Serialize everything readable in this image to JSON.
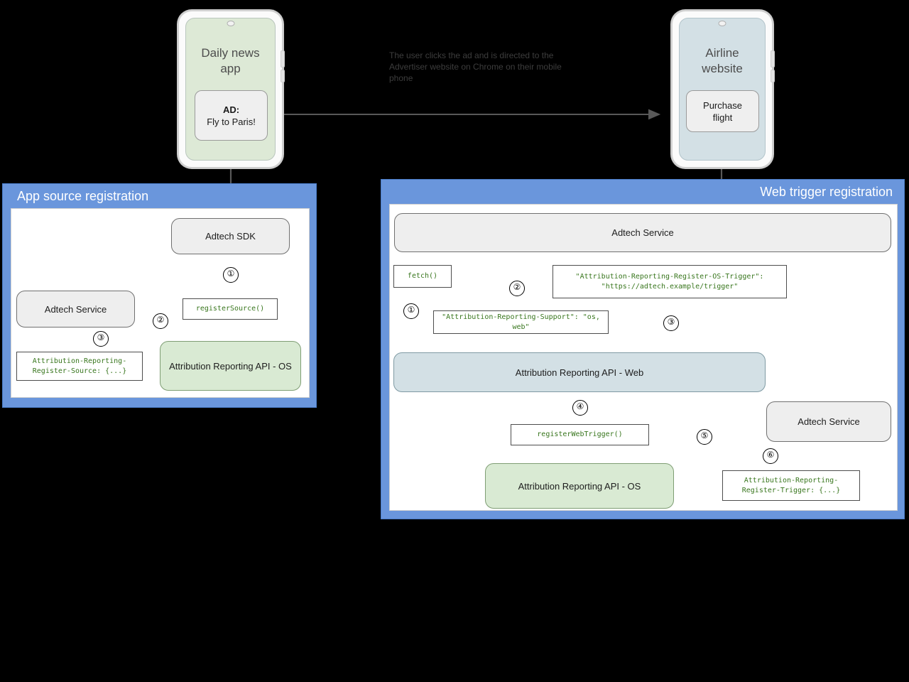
{
  "diagram": {
    "caption": "The user clicks the ad and is directed to the Advertiser website on Chrome on their mobile phone",
    "colors": {
      "panel_blue": "#6a96dc",
      "node_grey": "#eeeeee",
      "node_green": "#d9ead3",
      "node_blue": "#d3e0e5",
      "code_green": "#38761d",
      "arrow_grey": "#666666"
    }
  },
  "phones": {
    "left": {
      "title": "Daily news\napp",
      "title_line1": "Daily news",
      "title_line2": "app",
      "card_line1": "AD:",
      "card_line2": "Fly to Paris!",
      "screen_color": "#dde9d6"
    },
    "right": {
      "title_line1": "Airline",
      "title_line2": "website",
      "card_line1": "Purchase",
      "card_line2": "flight",
      "screen_color": "#d3e0e5"
    }
  },
  "left_panel": {
    "title": "App source registration",
    "nodes": {
      "adtech_sdk": "Adtech SDK",
      "adtech_service": "Adtech Service",
      "attribution_os": "Attribution Reporting API - OS"
    },
    "codeboxes": {
      "register_source": "registerSource()",
      "register_source_header": "Attribution-Reporting-Register-Source: {...}"
    },
    "steps": [
      "①",
      "②",
      "③"
    ]
  },
  "right_panel": {
    "title": "Web trigger registration",
    "nodes": {
      "adtech_service_top": "Adtech Service",
      "attribution_web": "Attribution Reporting API - Web",
      "attribution_os": "Attribution Reporting API - OS",
      "adtech_service_bottom": "Adtech Service"
    },
    "codeboxes": {
      "fetch": "fetch()",
      "os_trigger_line1": "\"Attribution-Reporting-Register-OS-Trigger\":",
      "os_trigger_line2": "\"https://adtech.example/trigger\"",
      "support": "\"Attribution-Reporting-Support\": \"os, web\"",
      "register_web_trigger": "registerWebTrigger()",
      "register_trigger_line1": "Attribution-Reporting-",
      "register_trigger_line2": "Register-Trigger: {...}"
    },
    "steps": [
      "①",
      "②",
      "③",
      "④",
      "⑤",
      "⑥"
    ]
  }
}
